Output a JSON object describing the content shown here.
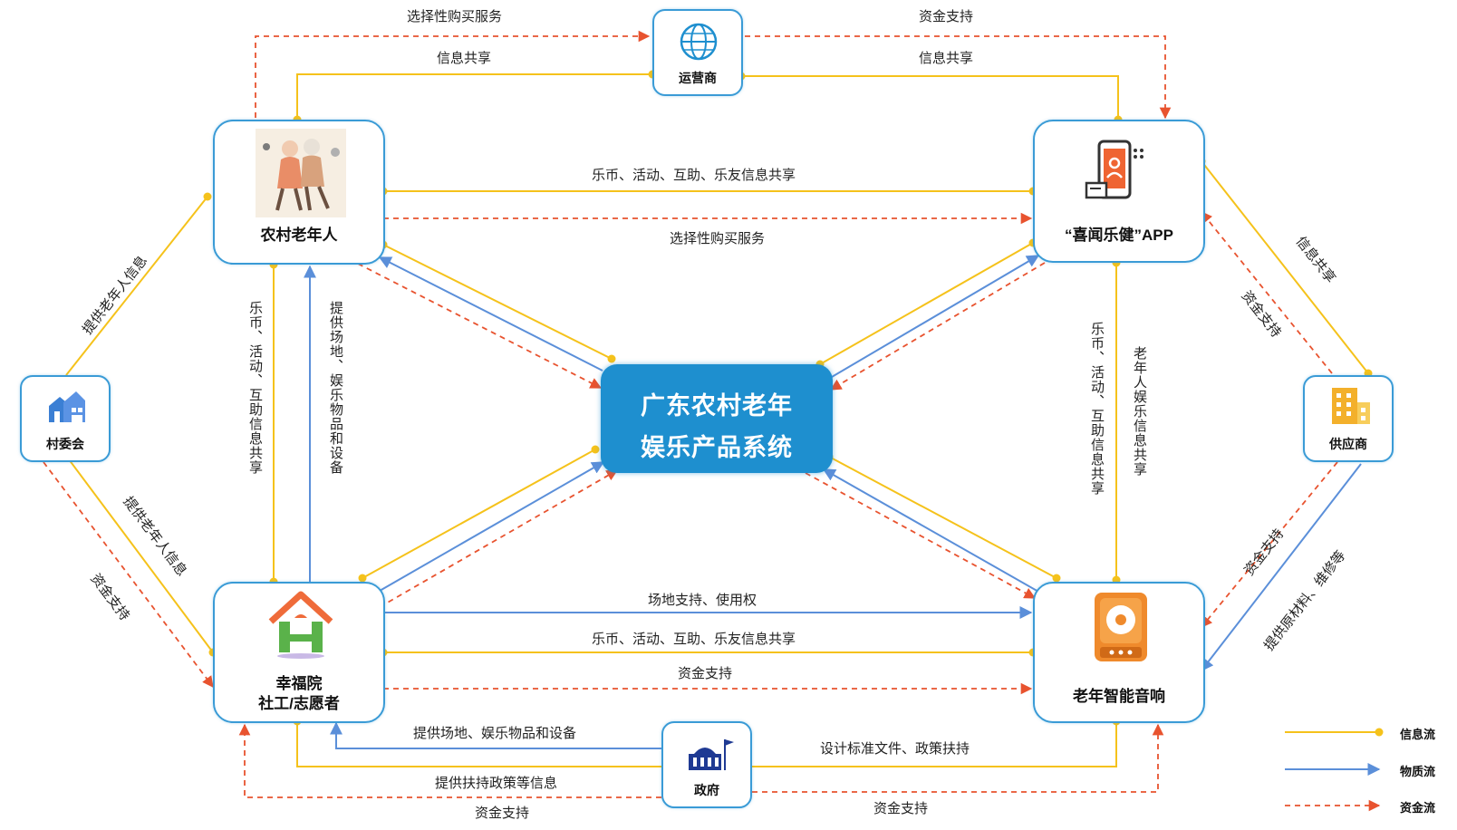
{
  "nodes": {
    "center_line1": "广东农村老年",
    "center_line2": "娱乐产品系统",
    "operator": "运营商",
    "elderly": "农村老年人",
    "app": "“喜闻乐健”APP",
    "village": "村委会",
    "supplier": "供应商",
    "nursing_line1": "幸福院",
    "nursing_line2": "社工/志愿者",
    "speaker": "老年智能音响",
    "government": "政府"
  },
  "edges": {
    "top_left_selective": "选择性购买服务",
    "top_left_info": "信息共享",
    "top_right_funding": "资金支持",
    "top_right_info": "信息共享",
    "elder_app_info": "乐币、活动、互助、乐友信息共享",
    "elder_app_selective": "选择性购买服务",
    "village_elder": "提供老年人信息",
    "village_nursing_info": "提供老年人信息",
    "village_nursing_funding": "资金支持",
    "elder_nursing_info": "乐币、活动、互助信息共享",
    "nursing_elder_material": "提供场地、娱乐物品和设备",
    "app_speaker_info": "乐币、活动、互助信息共享",
    "app_speaker_elderly_info": "老年人娱乐信息共享",
    "supplier_app_info": "信息共享",
    "supplier_app_funding": "资金支持",
    "supplier_speaker_funding": "资金支持",
    "supplier_speaker_material": "提供原材料、维修等",
    "nursing_speaker_venue": "场地支持、使用权",
    "nursing_speaker_info": "乐币、活动、互助、乐友信息共享",
    "nursing_speaker_funding": "资金支持",
    "gov_nursing_material": "提供场地、娱乐物品和设备",
    "gov_nursing_policy": "提供扶持政策等信息",
    "gov_speaker_docs": "设计标准文件、政策扶持",
    "gov_bottom_left_funding": "资金支持",
    "gov_bottom_right_funding": "资金支持"
  },
  "legend": {
    "info": "信息流",
    "material": "物质流",
    "funding": "资金流"
  },
  "colors": {
    "info_flow": "#f5c21b",
    "material_flow": "#5b8fd9",
    "funding_flow": "#e8532f",
    "node_border": "#3a9bd6",
    "center_fill": "#1e8fcf"
  }
}
